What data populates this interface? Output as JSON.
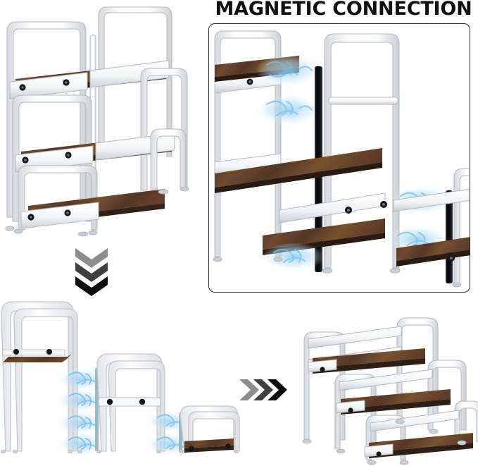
{
  "page": {
    "background_color": "#ffffff",
    "kind": "product-infographic",
    "product": "3-tier magnetic connection shoe rack"
  },
  "header": {
    "title": "MAGNETIC CONNECTION"
  },
  "colors": {
    "frame_white": "#ffffff",
    "frame_outline": "#b9bdc2",
    "frame_shade": "#e4e7ea",
    "wood_dark": "#3d2a1e",
    "wood_mid": "#5a3d2a",
    "wood_light": "#7a5434",
    "magnet_black": "#0e0e12",
    "magnet_dot": "#1a1a1a",
    "field_blue": "#7dc3ee",
    "field_blue_light": "#cfe8f8",
    "panel_border": "#2c2c2c",
    "chevron_light": "#8a8a8a",
    "chevron_mid": "#4a4a4a",
    "chevron_dark": "#0d0d0d",
    "title_color": "#111111"
  },
  "panels": {
    "top_left": {
      "name": "assembled-rack-front-view",
      "tiers": 3,
      "shelf_material": "rustic brown wood",
      "frame_material": "white metal tube",
      "magnet_dots_per_shelf": 2
    },
    "top_right": {
      "name": "magnetic-connection-detail",
      "bordered": true,
      "magnet_strips": 3,
      "field_effects": 6,
      "shelves_visible": 3
    },
    "bottom_left": {
      "name": "separated-modules-view",
      "modules": [
        {
          "label": "tall-module",
          "has_shelf": true
        },
        {
          "label": "medium-module",
          "has_shelf": false
        },
        {
          "label": "short-module",
          "has_shelf": true
        }
      ],
      "field_effect_groups": 2
    },
    "bottom_right": {
      "name": "assembled-staircase-rack",
      "tiers": 3,
      "arrangement": "staggered staircase"
    }
  },
  "indicators": {
    "chevron_down": {
      "name": "chevron-down-indicator",
      "count": 3,
      "direction": "down"
    },
    "chevron_right": {
      "name": "chevron-right-indicator",
      "count": 3,
      "direction": "right"
    }
  }
}
